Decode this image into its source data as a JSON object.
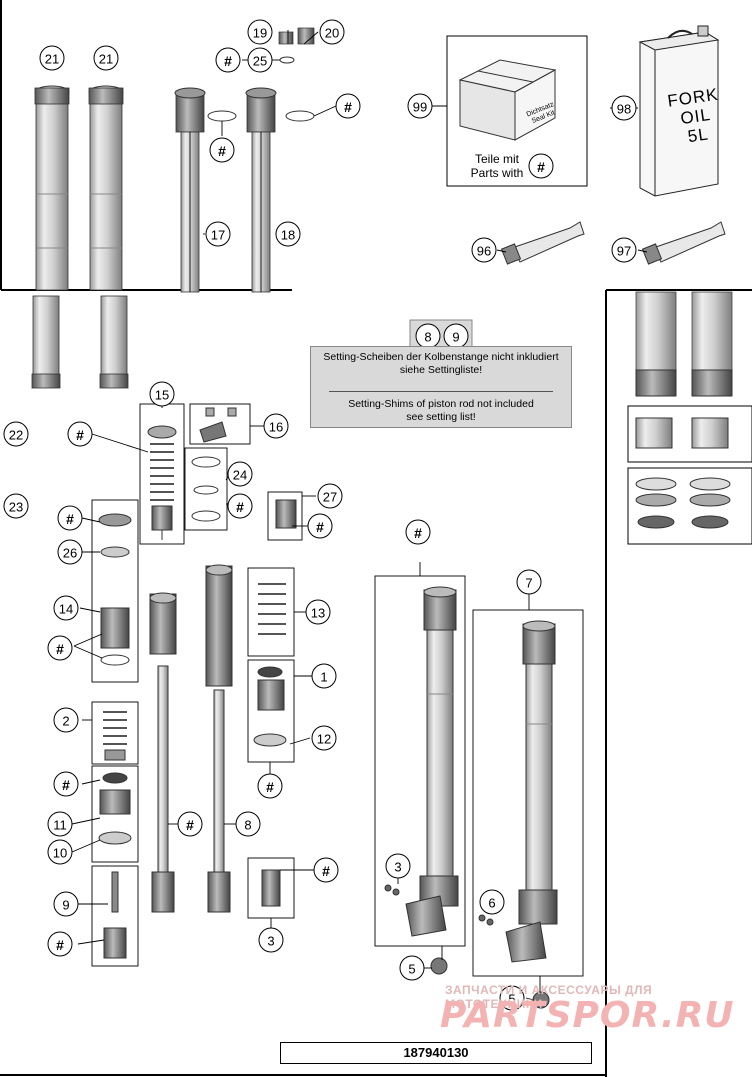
{
  "diagram": {
    "drawing_number": "187940130",
    "note": {
      "line_de_1": "Setting-Scheiben der Kolbenstange nicht inkludiert",
      "line_de_2": "siehe Settingliste!",
      "line_en_1": "Setting-Shims of piston rod not included",
      "line_en_2": "see setting list!"
    },
    "seal_kit": {
      "box_label_1": "Dichtsatz",
      "box_label_2": "Seal Kit",
      "parts_with_1": "Teile mit",
      "parts_with_2": "Parts with"
    },
    "fork_oil": {
      "line_1": "FORK",
      "line_2": "OIL",
      "line_3": "5L"
    },
    "watermark": {
      "line_1": "ЗАПЧАСТИ И АКСЕССУАРЫ ДЛЯ МОТОТЕХНИКИ",
      "line_2": "PARTSPOR.RU"
    },
    "callouts": [
      {
        "label": "21"
      },
      {
        "label": "21"
      },
      {
        "label": "19"
      },
      {
        "label": "20"
      },
      {
        "label": "#"
      },
      {
        "label": "25"
      },
      {
        "label": "#"
      },
      {
        "label": "#"
      },
      {
        "label": "17"
      },
      {
        "label": "18"
      },
      {
        "label": "99"
      },
      {
        "label": "#"
      },
      {
        "label": "98"
      },
      {
        "label": "96"
      },
      {
        "label": "97"
      },
      {
        "label": "8"
      },
      {
        "label": "9"
      },
      {
        "label": "22"
      },
      {
        "label": "#"
      },
      {
        "label": "15"
      },
      {
        "label": "16"
      },
      {
        "label": "23"
      },
      {
        "label": "24"
      },
      {
        "label": "#"
      },
      {
        "label": "27"
      },
      {
        "label": "#"
      },
      {
        "label": "#"
      },
      {
        "label": "26"
      },
      {
        "label": "14"
      },
      {
        "label": "#"
      },
      {
        "label": "13"
      },
      {
        "label": "1"
      },
      {
        "label": "2"
      },
      {
        "label": "#"
      },
      {
        "label": "#"
      },
      {
        "label": "12"
      },
      {
        "label": "11"
      },
      {
        "label": "10"
      },
      {
        "label": "#"
      },
      {
        "label": "8"
      },
      {
        "label": "9"
      },
      {
        "label": "#"
      },
      {
        "label": "#"
      },
      {
        "label": "3"
      },
      {
        "label": "3"
      },
      {
        "label": "6"
      },
      {
        "label": "#"
      },
      {
        "label": "7"
      },
      {
        "label": "5"
      },
      {
        "label": "5"
      }
    ]
  }
}
